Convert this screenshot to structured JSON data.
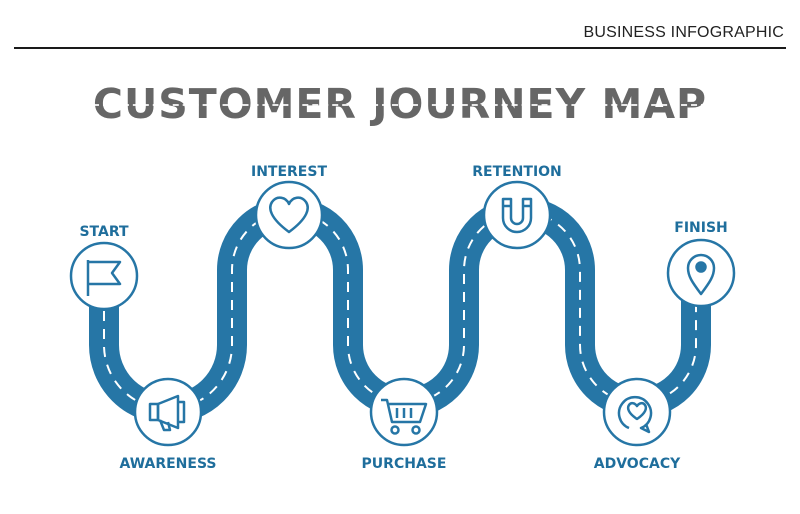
{
  "header": {
    "label": "BUSINESS INFOGRAPHIC"
  },
  "title": "CUSTOMER JOURNEY MAP",
  "colors": {
    "road": "#2676a6",
    "road_dark": "#1f6e9c",
    "stroke": "#2676a6",
    "title": "#666666"
  },
  "stages": [
    {
      "label": "START",
      "icon": "flag-icon"
    },
    {
      "label": "AWARENESS",
      "icon": "megaphone-icon"
    },
    {
      "label": "INTEREST",
      "icon": "heart-icon"
    },
    {
      "label": "PURCHASE",
      "icon": "shopping-cart-icon"
    },
    {
      "label": "RETENTION",
      "icon": "magnet-icon"
    },
    {
      "label": "ADVOCACY",
      "icon": "heart-speech-bubble-icon"
    },
    {
      "label": "FINISH",
      "icon": "location-pin-icon"
    }
  ]
}
